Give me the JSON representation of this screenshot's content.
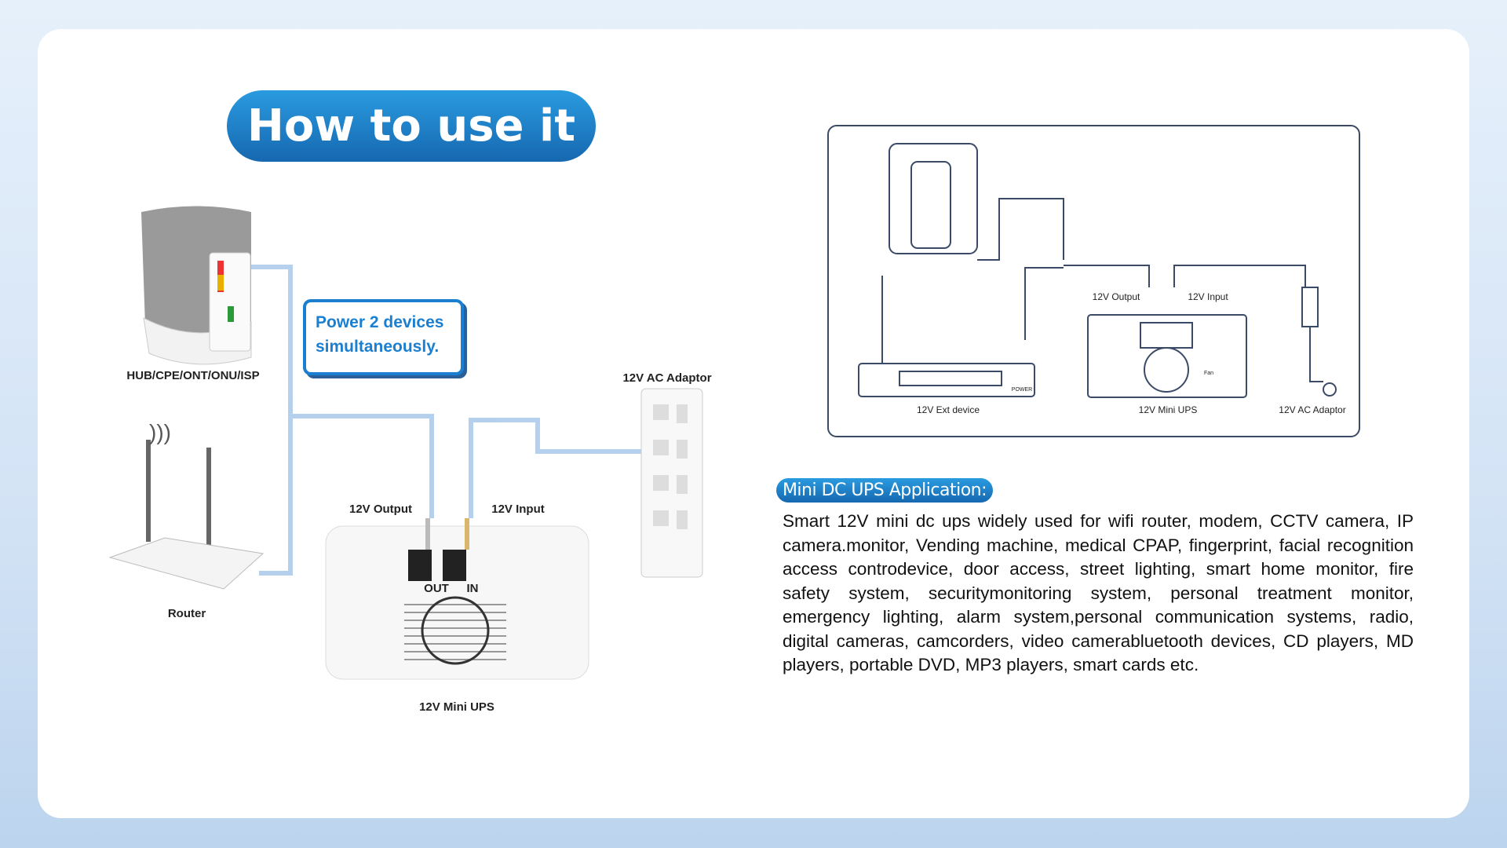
{
  "title": "How to use it",
  "left_diagram": {
    "labels": {
      "hub": "HUB/CPE/ONT/ONU/ISP",
      "router": "Router",
      "output": "12V Output",
      "input": "12V Input",
      "adaptor": "12V AC Adaptor",
      "ups": "12V Mini UPS",
      "out_port": "OUT",
      "in_port": "IN"
    },
    "bubble": {
      "line1": "Power 2 devices",
      "line2": "simultaneously."
    }
  },
  "right_diagram": {
    "labels": {
      "ext": "12V Ext device",
      "ups": "12V Mini UPS",
      "adaptor": "12V AC Adaptor",
      "output": "12V Output",
      "input": "12V Input",
      "power": "POWER",
      "fan": "Fan"
    }
  },
  "application": {
    "heading": "Mini DC UPS Application:",
    "text": "Smart 12V mini dc ups widely used for wifi router, modem, CCTV camera, IP camera.monitor, Vending machine, medical CPAP, fingerprint, facial recognition access controdevice, door access, street lighting, smart home monitor, fire safety system, securitymonitoring system, personal treatment monitor, emergency lighting, alarm system,personal communication systems, radio, digital cameras, camcorders, video camerabluetooth devices, CD players, MD players, portable DVD, MP3 players, smart cards etc."
  },
  "colors": {
    "accent": "#1a7fd0",
    "pill_top": "#2a9be0",
    "pill_bottom": "#1668b0"
  }
}
